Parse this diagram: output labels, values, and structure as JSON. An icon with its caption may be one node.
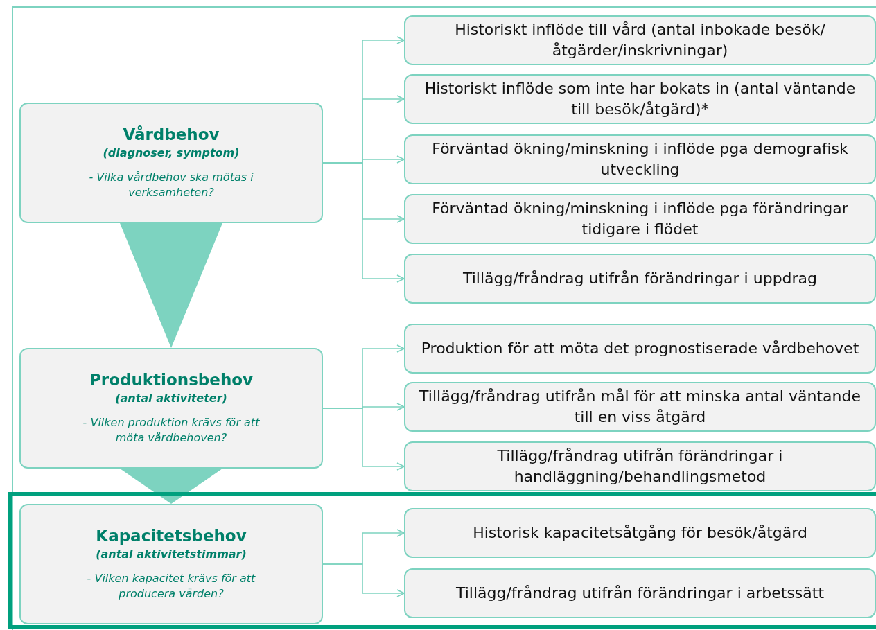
{
  "diagram": {
    "nodes": [
      {
        "text": [
          "Vårdbehov",
          "(diagnoser, symptom)",
          "- Vilka vårdbehov ska mötas i verksamheten?"
        ]
      },
      {
        "text": [
          "Historiskt inflöde till vård (antal inbokade besök/åtgärder/inskrivningar)"
        ]
      },
      {
        "text": [
          "Historiskt inflöde som inte har bokats in (antal väntande till besök/åtgärd)*"
        ]
      },
      {
        "text": [
          "Förväntad ökning/minskning i inflöde pga demografisk utveckling"
        ]
      },
      {
        "text": [
          "Förväntad ökning/minskning i inflöde pga förändringar tidigare i flödet"
        ]
      },
      {
        "text": [
          "Tillägg/fråndrag utifrån förändringar i uppdrag"
        ]
      },
      {
        "text": [
          "Produktionsbehov",
          "(antal aktiviteter)",
          "- Vilken produktion krävs för att möta vårdbehoven?"
        ]
      },
      {
        "text": [
          "Produktion för att möta det prognostiserade vårdbehovet"
        ]
      },
      {
        "text": [
          "Tillägg/fråndrag utifrån mål för att minska antal väntande till en viss åtgärd"
        ]
      },
      {
        "text": [
          "Tillägg/fråndrag utifrån förändringar i handläggning/behandlingsmetod"
        ]
      },
      {
        "text": [],
        "shape": "box"
      },
      {
        "text": [
          "Kapacitetsbehov",
          "(antal aktivitetstimmar)",
          "- Vilken kapacitet krävs för att producera vården?"
        ],
        "in": 10
      },
      {
        "text": [
          "Historisk kapacitetsåtgång för besök/åtgärd"
        ],
        "in": 10
      },
      {
        "text": [
          "Tillägg/fråndrag utifrån förändringar i arbetssätt"
        ],
        "in": 10
      }
    ],
    "edges": [
      {
        "from": 0,
        "to": 1,
        "arrow": "to"
      },
      {
        "from": 0,
        "to": 2,
        "arrow": "to"
      },
      {
        "from": 0,
        "to": 3,
        "arrow": "to"
      },
      {
        "from": 0,
        "to": 4,
        "arrow": "to"
      },
      {
        "from": 0,
        "to": 5,
        "arrow": "to"
      },
      {
        "from": 0,
        "to": 6,
        "arrow": "to",
        "style": "thick"
      },
      {
        "from": 6,
        "to": 7,
        "arrow": "to"
      },
      {
        "from": 6,
        "to": 8,
        "arrow": "to"
      },
      {
        "from": 6,
        "to": 9,
        "arrow": "to"
      },
      {
        "from": 6,
        "to": 11,
        "arrow": "to",
        "style": "thick"
      },
      {
        "from": 11,
        "to": 12,
        "arrow": "to"
      },
      {
        "from": 11,
        "to": 13,
        "arrow": "to"
      }
    ]
  }
}
